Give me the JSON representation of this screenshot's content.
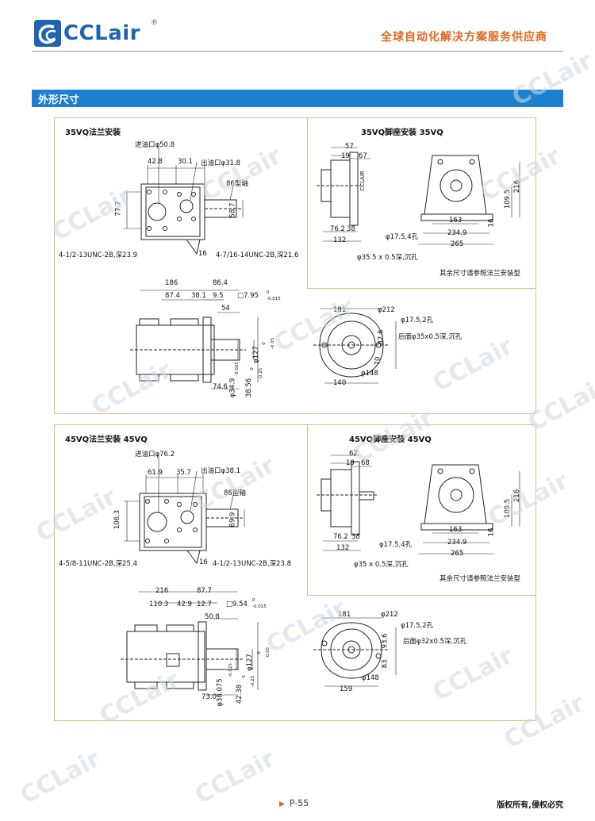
{
  "header": {
    "logo": "CCLair",
    "registered": "®",
    "tagline": "全球自动化解决方案服务供应商"
  },
  "section": {
    "title": "外形尺寸"
  },
  "watermark": "CCLair",
  "panels": {
    "vq35_flange": {
      "title": "35VQ法兰安装",
      "labels": [
        "进油口φ50.8",
        "42.8",
        "30.1",
        "出油口φ31.8",
        "86型轴",
        "77.7",
        "58.7",
        "4-1/2-13UNC-2B,深23.9",
        "16",
        "4-7/16-14UNC-2B,深21.6"
      ]
    },
    "vq35_foot": {
      "title": "35VQ脚座安装 35VQ",
      "labels": [
        "57",
        "19",
        "67",
        "CCLAIR",
        "216",
        "109.5",
        "163",
        "16",
        "76.2",
        "38",
        "φ17.5,4孔",
        "234.9",
        "132",
        "265",
        "φ35.5 x 0.5深,沉孔",
        "其余尺寸请参照法兰安装型"
      ]
    },
    "vq35_side": {
      "labels": [
        "186",
        "86.4",
        "87.4",
        "38.1",
        "9.5",
        "□7.95",
        "0",
        "-0.015",
        "54",
        "φ127",
        "0",
        "-0.05",
        "74.6",
        "φ34.9",
        "-0.025",
        "38.56",
        "0",
        "-0.25"
      ]
    },
    "vq35_front": {
      "labels": [
        "181",
        "φ212",
        "φ17.5,2孔",
        "82.6",
        "后面φ35x0.5深,沉孔",
        "70",
        "φ148",
        "140"
      ]
    },
    "vq45_flange": {
      "title": "45VQ法兰安装 45VQ",
      "labels": [
        "进油口φ76.2",
        "61.9",
        "35.7",
        "出油口φ38.1",
        "86型轴",
        "106.3",
        "69.9",
        "4-5/8-11UNC-2B,深25.4",
        "16",
        "4-1/2-13UNC-2B,深23.8"
      ]
    },
    "vq45_foot": {
      "title": "45VQ脚座安装 45VQ",
      "labels": [
        "62",
        "19",
        "68",
        "216",
        "109.5",
        "163",
        "16",
        "76.2",
        "38",
        "φ17.5,4孔",
        "234.9",
        "132",
        "265",
        "φ35 x 0.5深,沉孔",
        "其余尺寸请参照法兰安装型"
      ]
    },
    "vq45_side": {
      "labels": [
        "216",
        "87.7",
        "110.3",
        "42.9",
        "12.7",
        "□9.54",
        "0",
        "-0.015",
        "50.8",
        "φ127",
        "0",
        "-0.05",
        "73.0",
        "φ38.075",
        "-0.025",
        "42.38",
        "0",
        "-0.25"
      ]
    },
    "vq45_front": {
      "labels": [
        "181",
        "φ212",
        "φ17.5,2孔",
        "93.6",
        "后面φ32x0.5深,沉孔",
        "83",
        "φ148",
        "159"
      ]
    }
  },
  "footer": {
    "page": "P-55",
    "copyright": "版权所有,侵权必究"
  }
}
